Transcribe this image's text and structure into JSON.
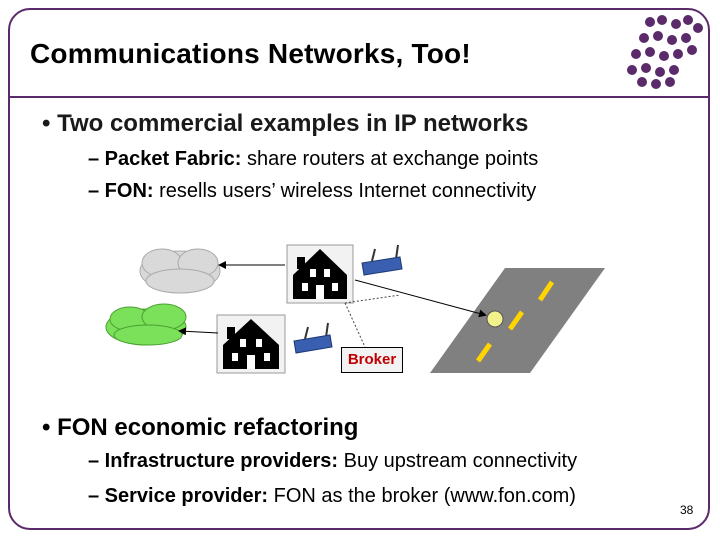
{
  "slide": {
    "title": "Communications Networks, Too!",
    "bullets": [
      {
        "text": "• Two commercial examples in IP networks",
        "sub": [
          {
            "label": "– Packet Fabric: ",
            "text": "share routers at exchange points"
          },
          {
            "label": "– FON: ",
            "text": "resells users’ wireless Internet connectivity"
          }
        ]
      },
      {
        "text": "• FON economic refactoring",
        "sub": [
          {
            "label": "– Infrastructure providers: ",
            "text": "Buy upstream connectivity"
          },
          {
            "label": "– Service provider: ",
            "text": "FON as the broker (www.fon.com)"
          }
        ]
      }
    ],
    "page_number": "38"
  },
  "diagram": {
    "broker_label": "Broker",
    "icons": [
      "gray-cloud-icon",
      "green-cloud-icon",
      "house-icon",
      "house-icon",
      "wireless-router-icon",
      "wireless-router-icon",
      "road-icon",
      "user-dot-icon"
    ]
  },
  "colors": {
    "frame": "#5a2a6a",
    "green_cloud": "#7be05a",
    "gray_cloud": "#d9d9d9",
    "router": "#3a5fb0",
    "road": "#808080",
    "road_mark": "#ffd400",
    "broker_text": "#c00000"
  }
}
